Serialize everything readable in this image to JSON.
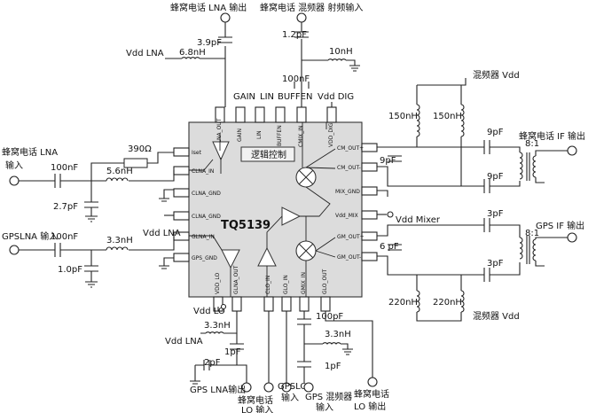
{
  "chip": {
    "name": "TQ5139",
    "logic_block": "逻辑控制",
    "pins": {
      "glna_out": "GLNA_OUT",
      "gain": "GAIN",
      "lin": "LIN",
      "buffen": "BUFFEN",
      "cmix_in": "CMIX_IN",
      "vdd_dig": "VDD_DIG",
      "iset": "Iset",
      "clna_in": "CLNA_IN",
      "clna_gnd": "CLNA_GND",
      "glna_in": "GLNA_IN",
      "gps_gnd": "GPS_GND",
      "cm_out_p": "CM_OUT+",
      "cm_out_m": "CM_OUT-",
      "mix_gnd": "MIX_GND",
      "vdd_mix": "Vdd_MIX",
      "gm_out_p": "GM_OUT+",
      "gm_out_m": "GM_OUT-",
      "vdd_lo": "VDD_LO",
      "glna_out2": "GLNA_OUT",
      "clo_in": "CLO_IN",
      "glo_in": "GLO_IN",
      "gmix_in": "GMIX_IN",
      "glo_out": "GLO_OUT"
    }
  },
  "labels": {
    "cell_lna_out": "蜂窝电话 LNA 输出",
    "cell_mixer_rf_in": "蜂窝电话 混频器 射频输入",
    "vdd_lna_top": "Vdd LNA",
    "gain": "GAIN",
    "lin": "LIN",
    "buffen": "BUFFEN",
    "vdd_dig": "Vdd DIG",
    "mixer_vdd_top": "混频器 Vdd",
    "cell_if_out": "蜂窝电话 IF 输出",
    "cell_lna_in_1": "蜂窝电话 LNA",
    "cell_lna_in_2": "输入",
    "gps_lna_in": "GPSLNA 输入",
    "vdd_lna_mid": "Vdd LNA",
    "vdd_mixer": "Vdd Mixer",
    "gps_if_out": "GPS IF 输出",
    "mixer_vdd_bottom": "混频器 Vdd",
    "vdd_lo": "Vdd LO",
    "vdd_lna_bottom": "Vdd LNA",
    "gps_lna_out": "GPS LNA输出",
    "cell_lo_in_1": "蜂窝电话",
    "cell_lo_in_2": "LO 输入",
    "gpslo_in_1": "GPSLO",
    "gpslo_in_2": "输入",
    "gps_mixer_in_1": "GPS 混频器",
    "gps_mixer_in_2": "输入",
    "cell_lo_out_1": "蜂窝电话",
    "cell_lo_out_2": "LO 输出"
  },
  "components": {
    "c_3p9": "3.9pF",
    "l_6p8": "6.8nH",
    "c_1p2": "1.2pF",
    "l_10": "10nH",
    "c_100_top": "100nF",
    "r_390": "390Ω",
    "c_100_cell": "100nF",
    "l_5p6": "5.6nH",
    "c_2p7": "2.7pF",
    "c_100_gps": "100nF",
    "l_3p3_gps": "3.3nH",
    "c_1p0": "1.0pF",
    "l_150_a": "150nH",
    "l_150_b": "150nH",
    "c_9_top": "9pF",
    "c_9_mid": "9pF",
    "c_9_bot": "9pF",
    "t_cell": "8:1",
    "c_3_top": "3pF",
    "c_6": "6 pF",
    "c_3_bot": "3pF",
    "t_gps": "8:1",
    "l_220_a": "220nH",
    "l_220_b": "220nH",
    "l_3p3_lo": "3.3nH",
    "c_1p_lo": "1pF",
    "c_2p": "2pF",
    "c_100_bot": "100pF",
    "l_3p3_mix": "3.3nH",
    "c_1p_mix": "1pF"
  }
}
